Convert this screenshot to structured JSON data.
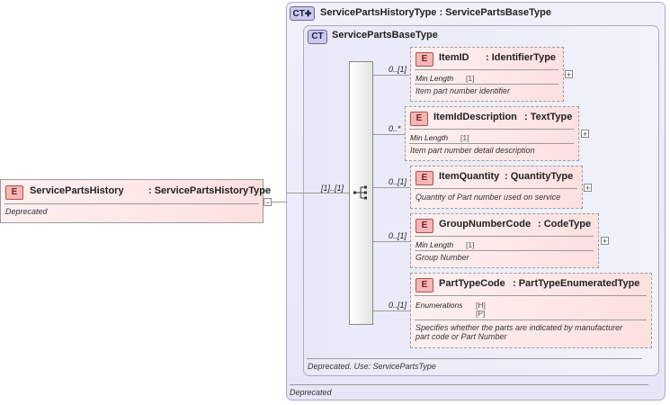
{
  "root": {
    "badge": "E",
    "name": "ServicePartsHistory",
    "type": ": ServicePartsHistoryType",
    "note": "Deprecated",
    "collapse": "−"
  },
  "outer_type": {
    "badge": "CT",
    "badge_icon": "plus-icon",
    "title": "ServicePartsHistoryType : ServicePartsBaseType",
    "note": "Deprecated"
  },
  "inner_type": {
    "badge": "CT",
    "title": "ServicePartsBaseType",
    "note": "Deprecated. Use: ServicePartsType"
  },
  "sequence": {
    "multiplicity": "[1]..[1]",
    "icon": "sequence-icon"
  },
  "elements": [
    {
      "badge": "E",
      "name": "ItemID",
      "type": ": IdentifierType",
      "multiplicity": "0..[1]",
      "prop_name": "Min Length",
      "prop_value": "[1]",
      "description": "Item part number identifier",
      "expand": "+"
    },
    {
      "badge": "E",
      "name": "ItemIdDescription",
      "type": ": TextType",
      "multiplicity": "0..*",
      "prop_name": "Min Length",
      "prop_value": "[1]",
      "description": "Item part number detail description",
      "expand": "+"
    },
    {
      "badge": "E",
      "name": "ItemQuantity",
      "type": ": QuantityType",
      "multiplicity": "0..[1]",
      "description": "Quantity of Part number used on service",
      "expand": "+"
    },
    {
      "badge": "E",
      "name": "GroupNumberCode",
      "type": ": CodeType",
      "multiplicity": "0..[1]",
      "prop_name": "Min Length",
      "prop_value": "[1]",
      "description": "Group Number",
      "expand": "+"
    },
    {
      "badge": "E",
      "name": "PartTypeCode",
      "type": ": PartTypeEnumeratedType",
      "multiplicity": "0..[1]",
      "prop_name": "Enumerations",
      "prop_values": [
        "[H]",
        "[P]"
      ],
      "description_line1": "Specifies whether the parts are indicated by manufacturer",
      "description_line2": "part code or Part Number"
    }
  ]
}
